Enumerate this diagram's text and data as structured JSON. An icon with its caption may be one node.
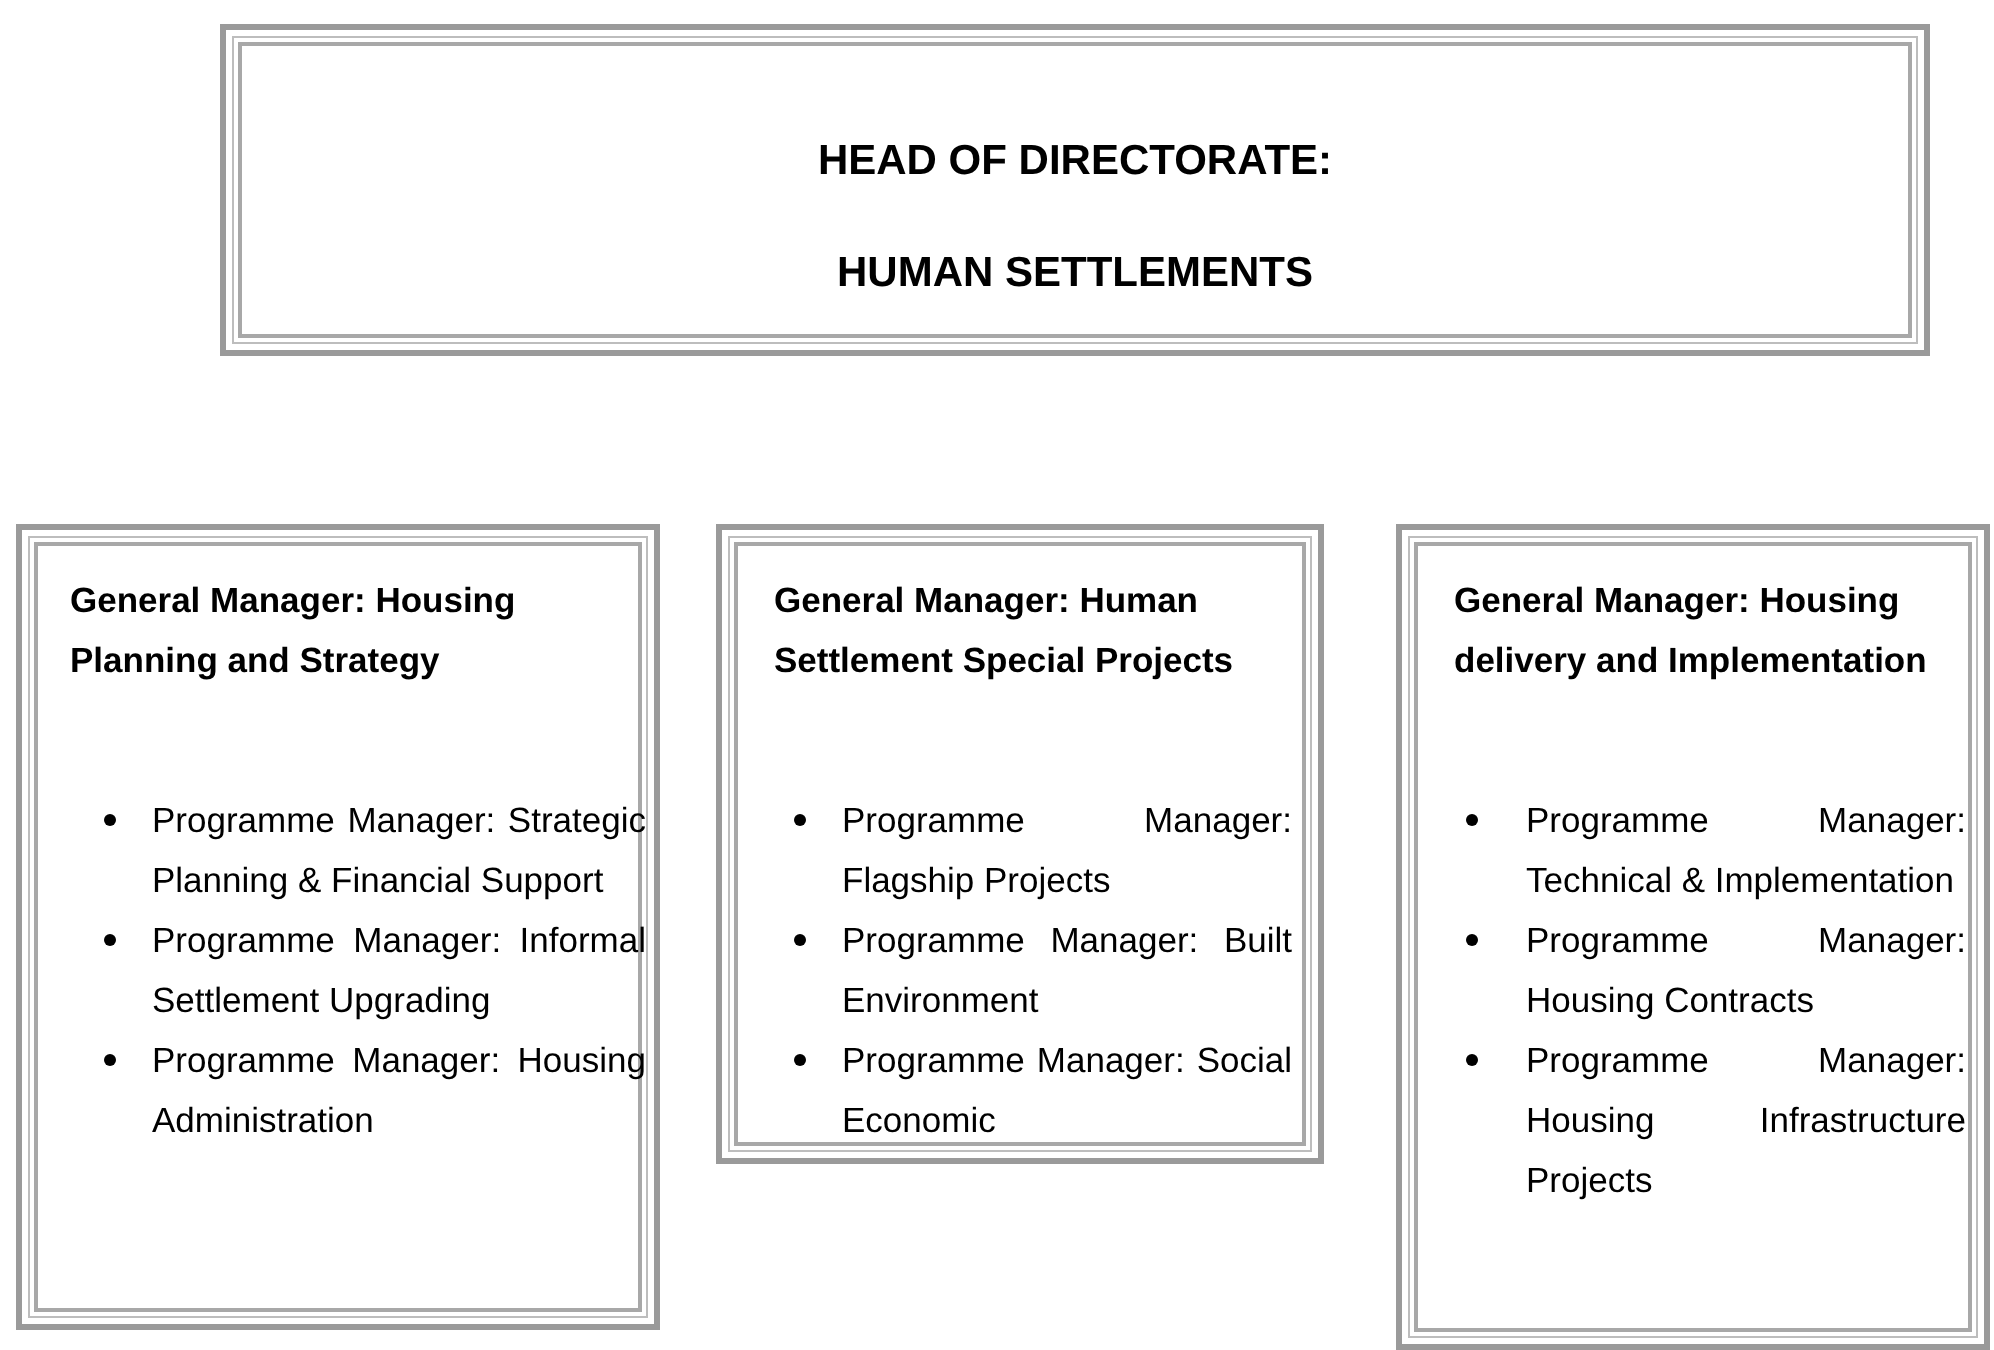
{
  "diagram": {
    "nodes": [
      {
        "text": [
          "HEAD OF DIRECTORATE:",
          "HUMAN SETTLEMENTS"
        ]
      },
      {
        "text": [
          "General Manager: Housing Planning and Strategy",
          "Programme Manager: Strategic Planning & Financial Support",
          "Programme Manager: Informal Settlement Upgrading",
          "Programme Manager: Housing Administration"
        ]
      },
      {
        "text": [
          "General Manager: Human Settlement Special Projects",
          "Programme Manager: Flagship Projects",
          "Programme Manager: Built Environment",
          "Programme Manager: Social Economic"
        ]
      },
      {
        "text": [
          "General Manager: Housing delivery and Implementation",
          "Programme Manager: Technical & Implementation",
          "Programme Manager: Housing Contracts",
          "Programme Manager: Housing Infrastructure Projects"
        ]
      }
    ],
    "edges": []
  }
}
